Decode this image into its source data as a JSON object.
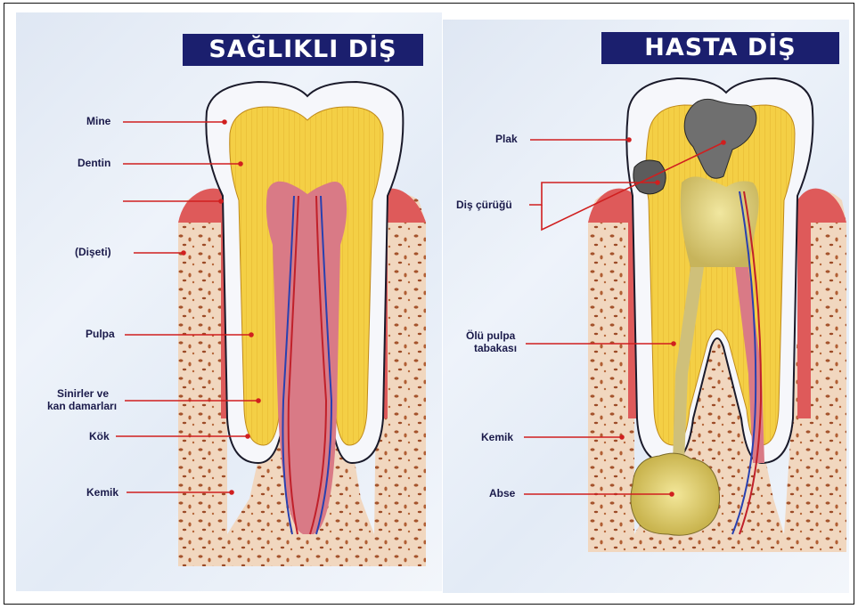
{
  "healthy": {
    "title": "SAĞLIKLI DİŞ",
    "labels": {
      "enamel": "Mine",
      "dentin": "Dentin",
      "gum": "(Dişeti)",
      "pulp": "Pulpa",
      "nerves_line1": "Sinirler ve",
      "nerves_line2": "kan damarları",
      "root": "Kök",
      "bone": "Kemik"
    }
  },
  "diseased": {
    "title": "HASTA DİŞ",
    "labels": {
      "plaque": "Plak",
      "decay": "Diş çürüğü",
      "dead_pulp_line1": "Ölü pulpa",
      "dead_pulp_line2": "tabakası",
      "bone": "Kemik",
      "abscess": "Abse"
    }
  },
  "colors": {
    "title_bg": "#1b1f6e",
    "leader_line": "#d01f1f",
    "enamel": "#f6f7fb",
    "dentin": "#f4cf45",
    "pulp": "#d97a86",
    "gum": "#de5a5a",
    "bone": "#f1d7bf"
  }
}
